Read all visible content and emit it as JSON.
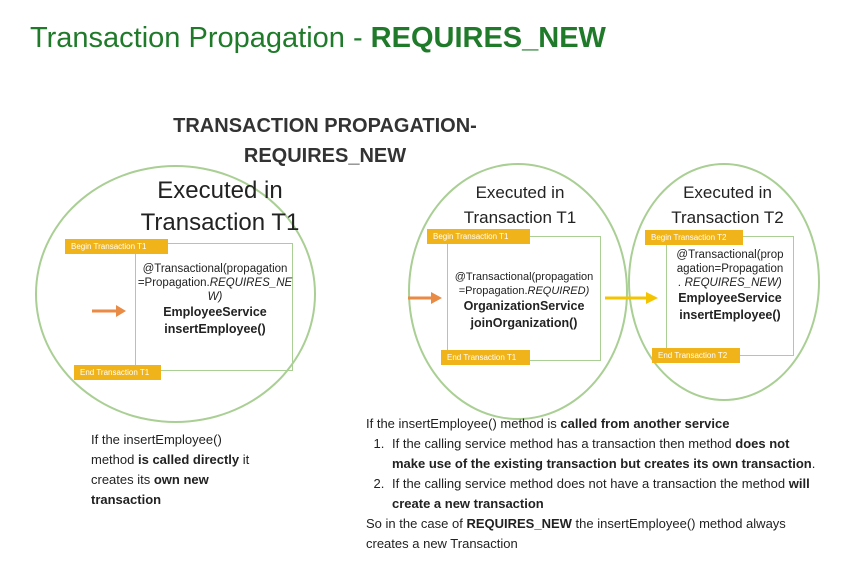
{
  "page_title": {
    "prefix": "Transaction Propagation - ",
    "emphasis": "REQUIRES_NEW"
  },
  "diagram": {
    "title_line1": "TRANSACTION PROPAGATION-",
    "title_line2": "REQUIRES_NEW",
    "left": {
      "label_line1": "Executed in",
      "label_line2": "Transaction T1",
      "begin_tag": "Begin Transaction  T1",
      "end_tag": "End Transaction T1",
      "annotation_line1": "@Transactional(propagation",
      "annotation_line2a": "=Propagation.",
      "annotation_line2b": "REQUIRES_NE",
      "annotation_line3": "W)",
      "service": "EmployeeService",
      "method": "insertEmployee()"
    },
    "middle": {
      "label_line1": "Executed in",
      "label_line2": "Transaction T1",
      "begin_tag": "Begin Transaction  T1",
      "end_tag": "End Transaction T1",
      "annotation_line1": "@Transactional(propagation",
      "annotation_line2a": "=Propagation.",
      "annotation_line2b": "REQUIRED)",
      "service": "OrganizationService",
      "method": "joinOrganization()"
    },
    "right": {
      "label_line1": "Executed in",
      "label_line2": "Transaction T2",
      "begin_tag": "Begin Transaction  T2",
      "end_tag": "End Transaction T2",
      "annotation_line1": "@Transactional(prop",
      "annotation_line2": "agation=Propagation",
      "annotation_line3": ". REQUIRES_NEW)",
      "service": "EmployeeService",
      "method": "insertEmployee()"
    }
  },
  "left_note": {
    "line1": "If the insertEmployee()",
    "line2a": "method ",
    "line2b": "is called directly",
    "line2c": " it",
    "line3a": "creates its ",
    "line3b": "own new",
    "line4": "transaction"
  },
  "right_note": {
    "intro_a": "If the insertEmployee()  method is ",
    "intro_b": "called from another service",
    "item1_a": "If the calling service method has a transaction then method ",
    "item1_b": "does not make use of the existing transaction but creates its own transaction",
    "item1_c": ".",
    "item2_a": "If the calling service method does not have a transaction the method ",
    "item2_b": "will create a new transaction",
    "outro_a": "So in the case of ",
    "outro_b": "REQUIRES_NEW",
    "outro_c": " the insertEmployee() method always creates a new Transaction"
  },
  "colors": {
    "title_green": "#1f7a2a",
    "circle_border": "#a9cf94",
    "tag_orange": "#f0b41a",
    "arrow_orange": "#e98a45",
    "arrow_yellow": "#f5c400"
  }
}
